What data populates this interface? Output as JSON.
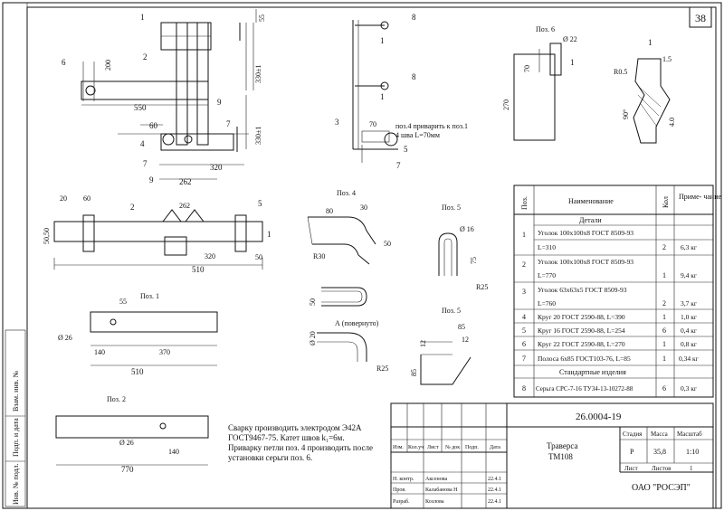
{
  "sheet": {
    "page_number": "38",
    "designation": "26.0004-19",
    "name_line1": "Траверса",
    "name_line2": "ТМ108",
    "stage": "Р",
    "mass": "35,8",
    "scale": "1:10",
    "sheet_label": "Лист",
    "sheets_label": "Листов",
    "sheets_count": "1",
    "company": "ОАО \"РОСЭП\"",
    "head_stage": "Стадия",
    "head_mass": "Масса",
    "head_scale": "Масштаб",
    "change_headers": [
      "Изм.",
      "Кол.уч",
      "Лист",
      "№ док",
      "Подп.",
      "Дата"
    ],
    "signatures": [
      {
        "role": "Н. контр.",
        "name": "Аксенова",
        "date": "22.4.1"
      },
      {
        "role": "Пров.",
        "name": "Калабанова Н",
        "date": "22.4.1"
      },
      {
        "role": "Разраб.",
        "name": "Козлова",
        "date": "22.4.1"
      }
    ],
    "side_stamp": [
      "Взам. инв. №",
      "Подп. и дата",
      "Инв. № подл."
    ]
  },
  "spec": {
    "headers": {
      "pos": "Поз.",
      "name": "Наименование",
      "qty": "Кол",
      "note": "Приме-\nчание"
    },
    "sections": {
      "details": "Детали",
      "standard": "Стандартные изделия"
    },
    "rows": [
      {
        "pos": "1",
        "line1": "Уголок 100х100х8 ГОСТ 8509-93",
        "line2": "L=310",
        "qty": "2",
        "note": "6,3 кг"
      },
      {
        "pos": "2",
        "line1": "Уголок 100х100х8 ГОСТ 8509-93",
        "line2": "L=770",
        "qty": "1",
        "note": "9,4 кг"
      },
      {
        "pos": "3",
        "line1": "Уголок 63х63х5 ГОСТ 8509-93",
        "line2": "L=760",
        "qty": "2",
        "note": "3,7 кг"
      },
      {
        "pos": "4",
        "line1": "Круг 20 ГОСТ 2590-88, L=390",
        "qty": "1",
        "note": "1,0 кг"
      },
      {
        "pos": "5",
        "line1": "Круг 16 ГОСТ 2590-88, L=254",
        "qty": "6",
        "note": "0,4 кг"
      },
      {
        "pos": "6",
        "line1": "Круг 22 ГОСТ 2590-88, L=270",
        "qty": "1",
        "note": "0,8 кг"
      },
      {
        "pos": "7",
        "line1": "Полоса 6х85 ГОСТ103-76, L=85",
        "qty": "1",
        "note": "0,34 кг"
      }
    ],
    "std_row": {
      "pos": "8",
      "line1": "Серьга СРС-7-16 ТУ34-13-10272-88",
      "qty": "6",
      "note": "0,3 кг"
    }
  },
  "notes": [
    "Сварку производить электродом Э42А",
    "ГОСТ9467-75. Катет швов k₁=6м.",
    "Приварку петли поз. 4 производить после",
    "установки серьги поз. 6."
  ],
  "views": {
    "pos1": "Поз. 1",
    "pos2": "Поз. 2",
    "pos4": "Поз. 4",
    "pos5a": "Поз. 5",
    "pos5b": "Поз. 5",
    "pos6": "Поз. 6",
    "weld_note1": "поз.4 приварить к поз.1",
    "weld_note2": "4 шва L=70мм",
    "bent": "А (повернуто)"
  },
  "dims": {
    "d200": "200",
    "d550": "550",
    "d60a": "60",
    "d320a": "320",
    "d262a": "262",
    "d55": "55",
    "d330a": "330±1",
    "d330b": "330±1",
    "d20": "20",
    "d60b": "60",
    "d262b": "262",
    "d320b": "320",
    "d510a": "510",
    "d50a": "50",
    "d50b": "50",
    "d5050": "50,50",
    "d55b": "55",
    "d26a": "Ø 26",
    "d140a": "140",
    "d370": "370",
    "d510b": "510",
    "d26b": "Ø 26",
    "d140b": "140",
    "d770": "770",
    "d80": "80",
    "d30": "30",
    "r30": "R30",
    "d50c": "50",
    "d20b": "Ø 20",
    "d50d": "50",
    "r25a": "R25",
    "d16": "Ø 16",
    "d75": "75",
    "r25b": "R25",
    "d85a": "85",
    "d12a": "12",
    "d12b": "12",
    "d85b": "85",
    "d22": "Ø 22",
    "d70": "70",
    "d270": "270",
    "r05": "R0.5",
    "d15": "1.5",
    "d40": "4.0",
    "d90": "90°"
  },
  "callouts": [
    "1",
    "2",
    "3",
    "4",
    "5",
    "6",
    "7",
    "8",
    "9"
  ]
}
